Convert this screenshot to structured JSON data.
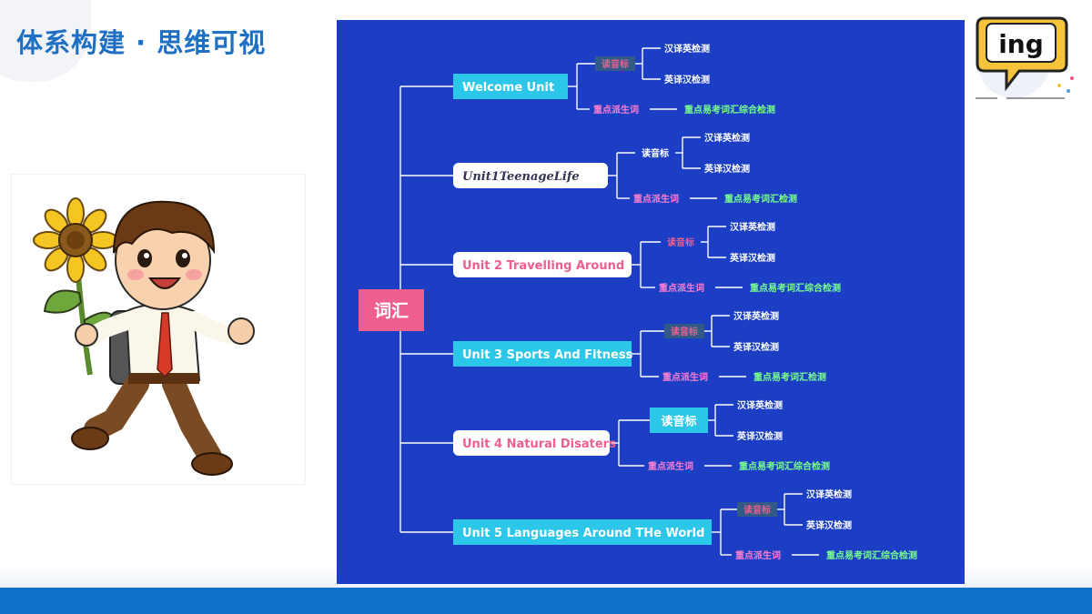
{
  "header": {
    "title": "体系构建 · 思维可视"
  },
  "badge": {
    "text": "ing"
  },
  "mindmap": {
    "root": "词汇",
    "colors": {
      "panel": "#1b3ec5",
      "cyan": "#2cc7e8",
      "pink": "#ee5f8f",
      "dark_tag": "#335a86",
      "pink_text": "#ff7fd0",
      "green_text": "#79ff8e",
      "white_text": "#ffffff"
    },
    "units": [
      {
        "label": "Welcome Unit",
        "style": "cyan",
        "tag": "读音标",
        "tag_style": "dark",
        "test1": "汉译英检测",
        "test2": "英译汉检测",
        "derive": "重点派生词",
        "derive_test": "重点易考词汇综合检测"
      },
      {
        "label": "Unit1TeenageLife",
        "style": "white-italic",
        "tag": "读音标",
        "tag_style": "plain",
        "test1": "汉译英检测",
        "test2": "英译汉检测",
        "derive": "重点派生词",
        "derive_test": "重点易考词汇检测"
      },
      {
        "label": "Unit 2 Travelling Around",
        "style": "white-pink",
        "tag": "读音标",
        "tag_style": "plain-pink",
        "test1": "汉译英检测",
        "test2": "英译汉检测",
        "derive": "重点派生词",
        "derive_test": "重点易考词汇综合检测"
      },
      {
        "label": "Unit 3 Sports And Fitness",
        "style": "cyan",
        "tag": "读音标",
        "tag_style": "dark",
        "test1": "汉译英检测",
        "test2": "英译汉检测",
        "derive": "重点派生词",
        "derive_test": "重点易考词汇检测"
      },
      {
        "label": "Unit 4 Natural Disaters",
        "style": "white-pink",
        "tag": "读音标",
        "tag_style": "cyan-big",
        "test1": "汉译英检测",
        "test2": "英译汉检测",
        "derive": "重点派生词",
        "derive_test": "重点易考词汇综合检测"
      },
      {
        "label": "Unit 5 Languages Around THe World",
        "style": "cyan",
        "tag": "读音标",
        "tag_style": "dark",
        "test1": "汉译英检测",
        "test2": "英译汉检测",
        "derive": "重点派生词",
        "derive_test": "重点易考词汇综合检测"
      }
    ]
  }
}
